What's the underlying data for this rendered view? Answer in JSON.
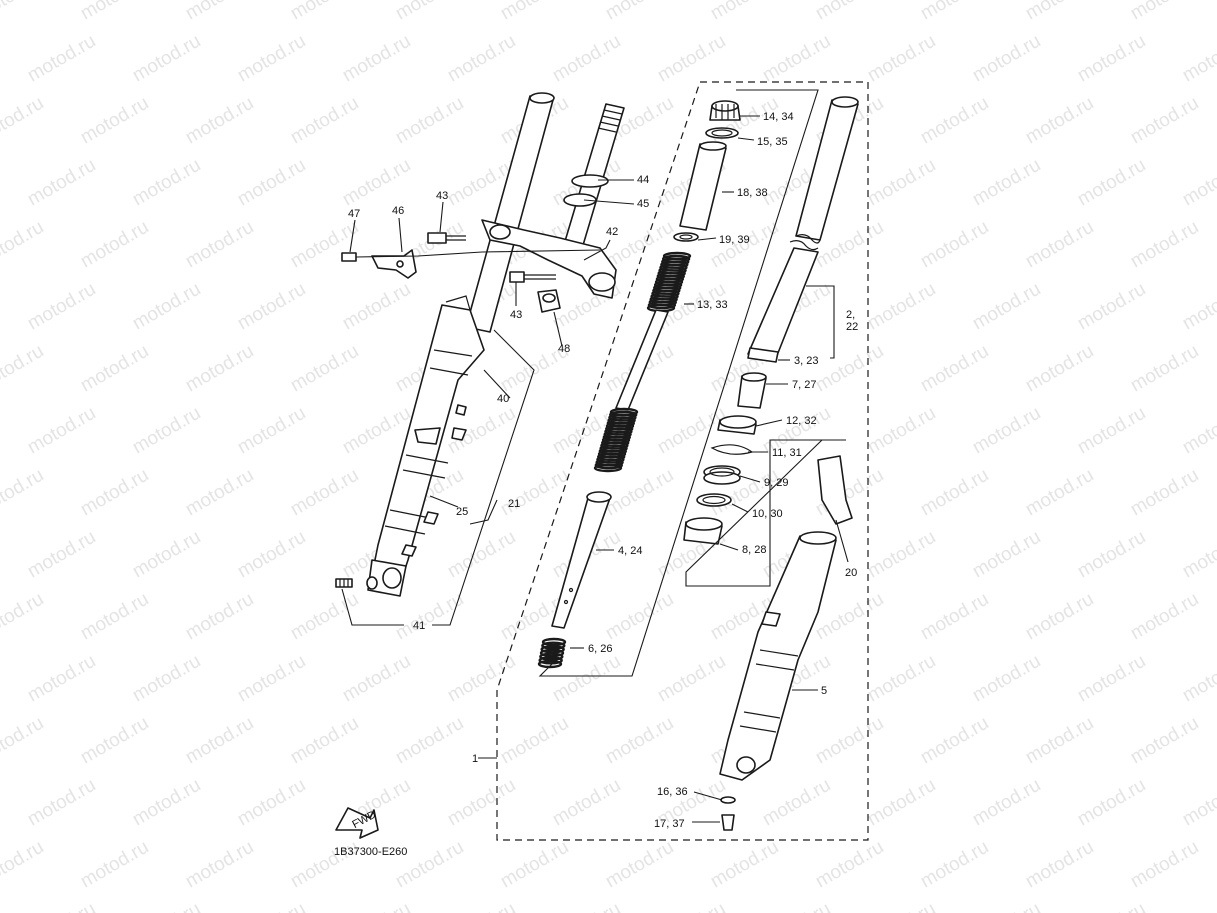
{
  "watermark": "motod.ru",
  "diagram_code": "1B37300-E260",
  "fwd_label": "FWD",
  "colors": {
    "line": "#1a1a1a",
    "watermark": "#e4e4e4",
    "background": "#ffffff"
  },
  "callouts": {
    "p1": "1",
    "p2_22a": "2,",
    "p2_22b": "22",
    "p3_23": "3, 23",
    "p4_24": "4, 24",
    "p5": "5",
    "p6_26": "6, 26",
    "p7_27": "7, 27",
    "p8_28": "8, 28",
    "p9_29": "9, 29",
    "p10_30": "10, 30",
    "p11_31": "11, 31",
    "p12_32": "12, 32",
    "p13_33": "13, 33",
    "p14_34": "14, 34",
    "p15_35": "15, 35",
    "p16_36": "16, 36",
    "p17_37": "17, 37",
    "p18_38": "18, 38",
    "p19_39": "19, 39",
    "p20": "20",
    "p21": "21",
    "p25": "25",
    "p40": "40",
    "p41": "41",
    "p42": "42",
    "p43a": "43",
    "p43b": "43",
    "p44": "44",
    "p45": "45",
    "p46": "46",
    "p47": "47",
    "p48": "48"
  }
}
